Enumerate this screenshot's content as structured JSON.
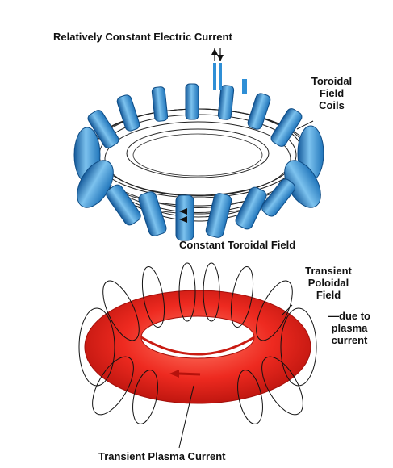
{
  "labels": {
    "top_current": "Relatively Constant Electric Current",
    "toroidal_field_coils": [
      "Toroidal",
      "Field",
      "Coils"
    ],
    "constant_toroidal_field": "Constant Toroidal Field",
    "transient_poloidal_field": [
      "Transient",
      "Poloidal",
      "Field"
    ],
    "due_to_plasma_current": [
      "—due to",
      "plasma",
      "current"
    ],
    "transient_plasma_current": "Transient Plasma Current"
  },
  "colors": {
    "coil_blue": "#2f8fd6",
    "coil_blue_light": "#7cc2ee",
    "coil_blue_dark": "#14599a",
    "plasma_red": "#ee2a20",
    "plasma_red_dark": "#b5120c",
    "plasma_highlight": "#ff7a66",
    "line": "#111111"
  },
  "icons": {
    "lead_wires": "lead-wires-icon",
    "current_arrow": "arrow-icon"
  }
}
